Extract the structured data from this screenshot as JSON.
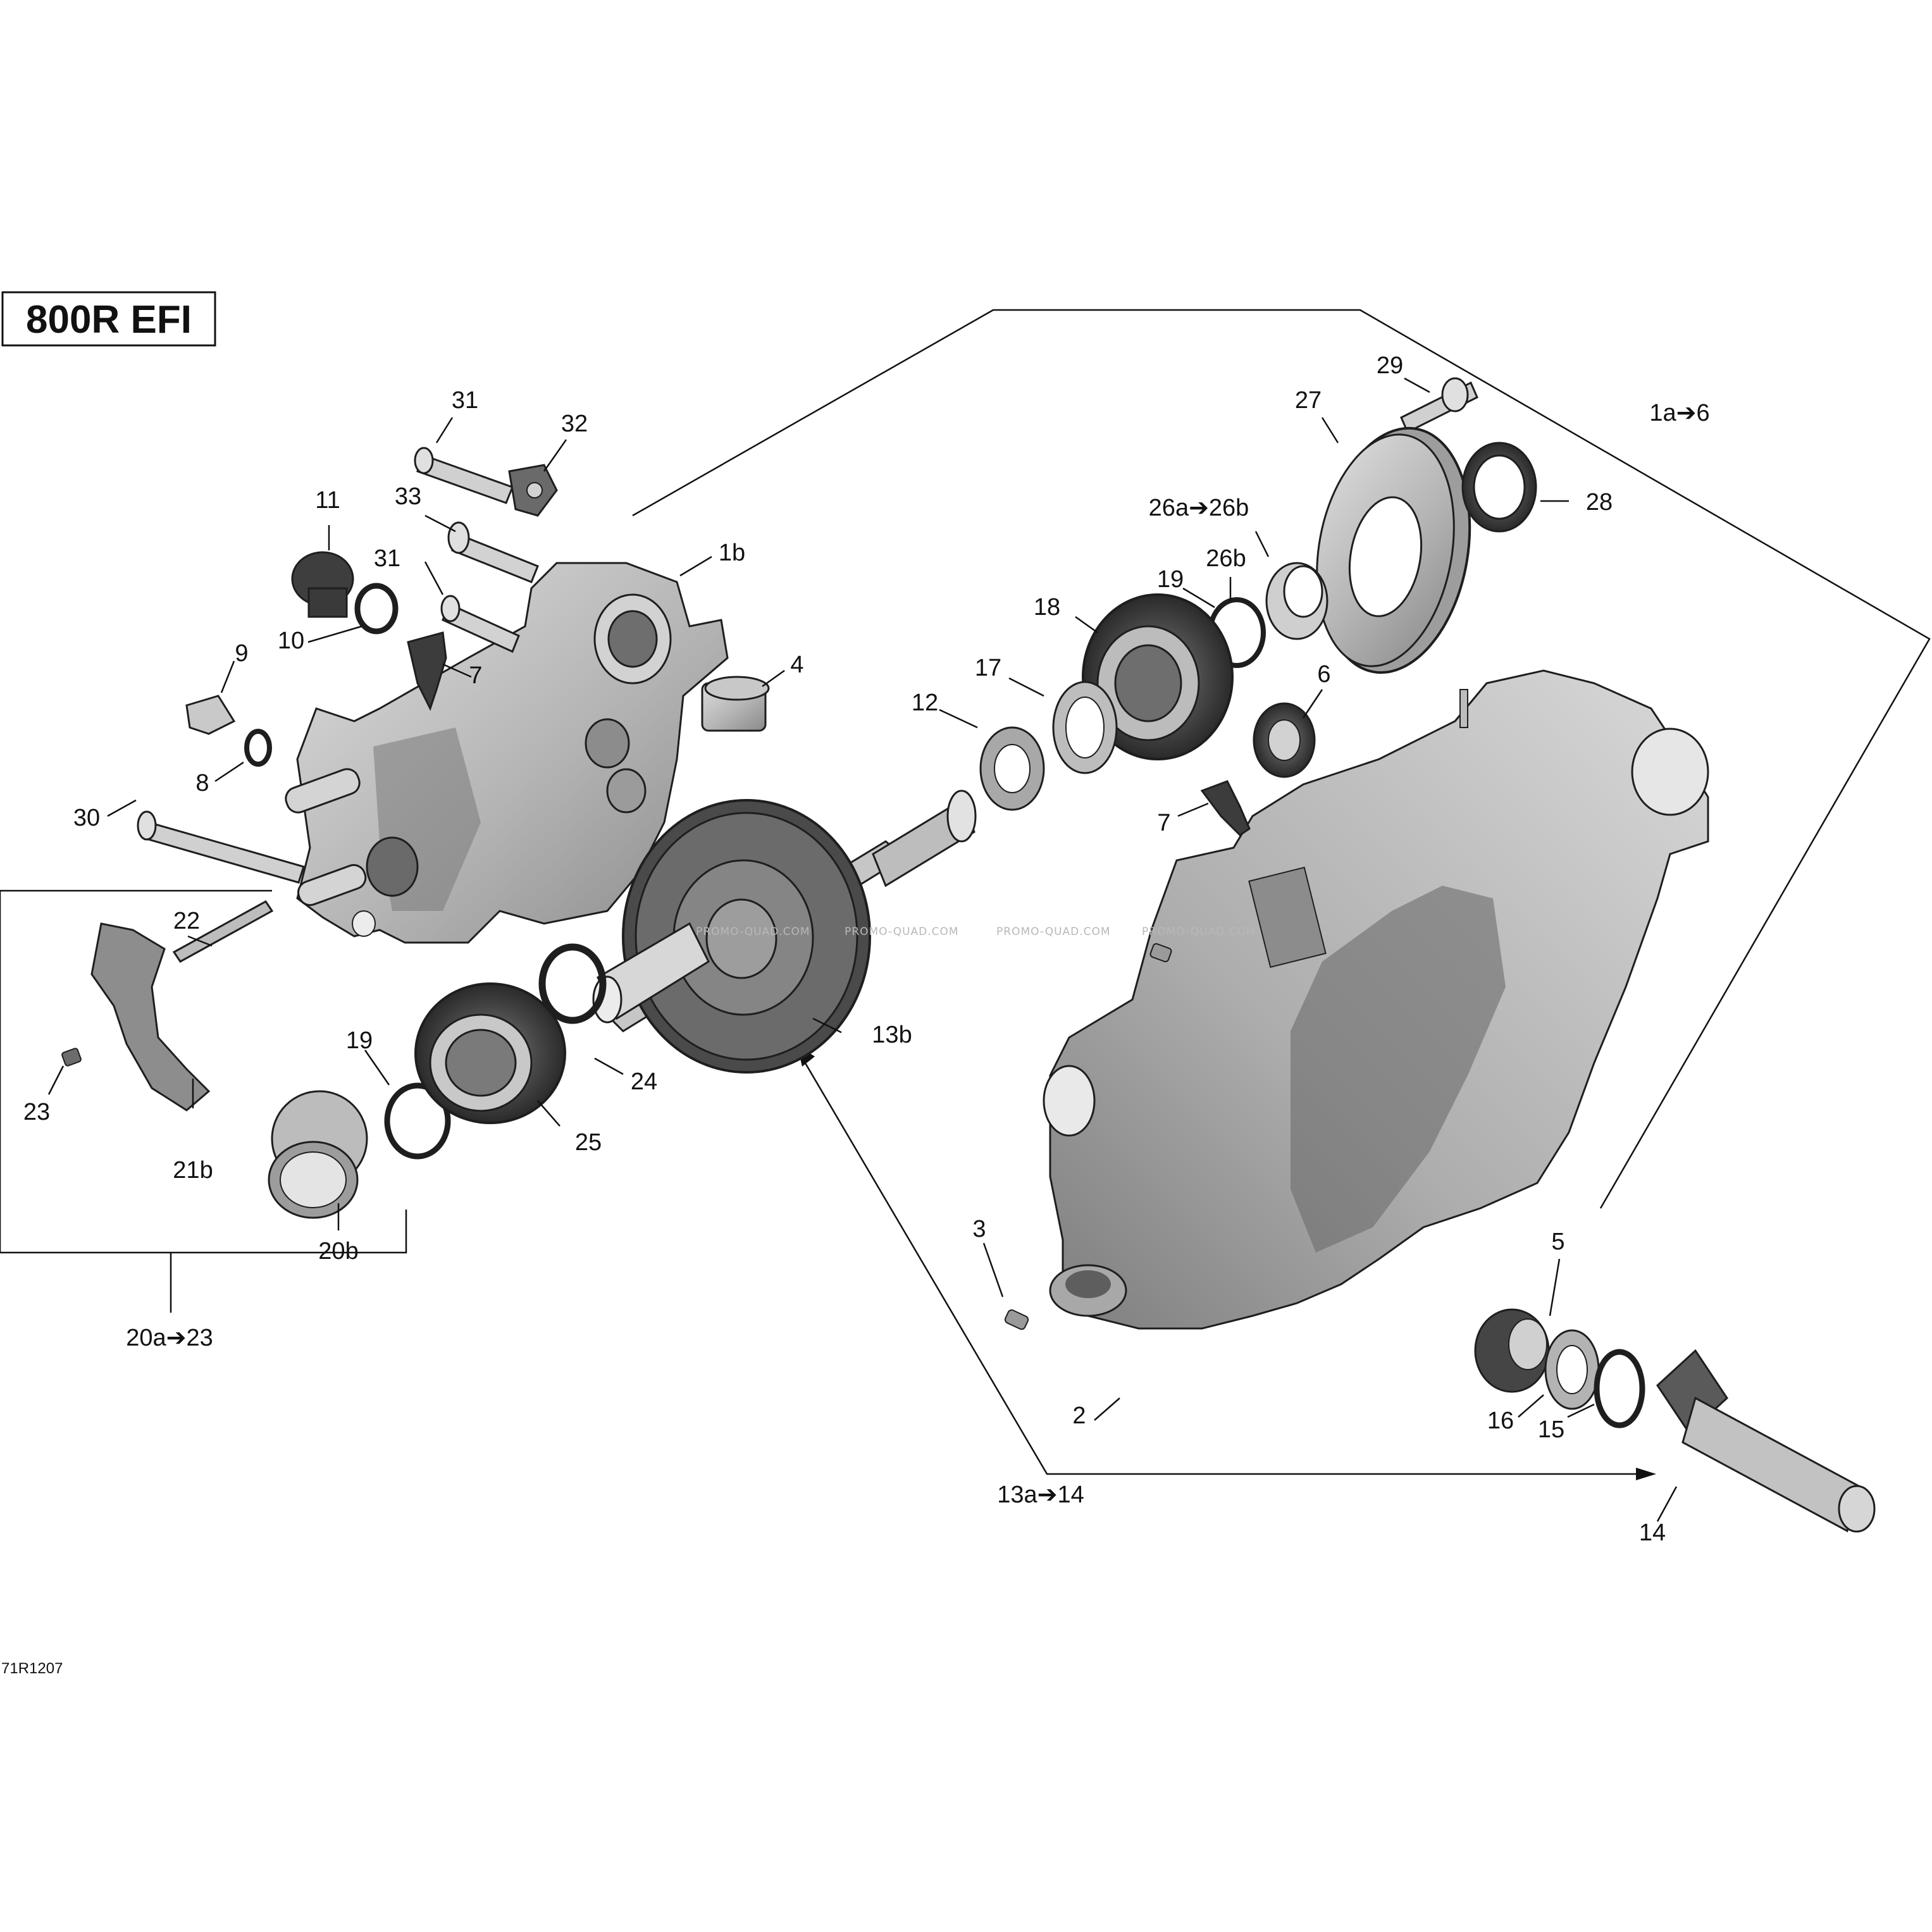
{
  "model_badge": "800R EFI",
  "drawing_ref": "71R1207",
  "watermark": "PROMO-QUAD.COM",
  "colors": {
    "line": "#111111",
    "part_light": "#c9c9c9",
    "part_mid": "#9a9a9a",
    "part_dark": "#3c3c3c"
  },
  "callouts": {
    "c31a": "31",
    "c32": "32",
    "c33": "33",
    "c11": "11",
    "c31b": "31",
    "c1b": "1b",
    "c10": "10",
    "c7a": "7",
    "c9": "9",
    "c4": "4",
    "c8": "8",
    "c30": "30",
    "c22": "22",
    "c23": "23",
    "c21b": "21b",
    "c19a": "19",
    "c20b": "20b",
    "c24": "24",
    "c25": "25",
    "c13b": "13b",
    "c20a23": "20a➔23",
    "c29": "29",
    "c27": "27",
    "c1a6": "1a➔6",
    "c26a26b": "26a➔26b",
    "c28": "28",
    "c26b": "26b",
    "c19b": "19",
    "c18": "18",
    "c17": "17",
    "c6": "6",
    "c12": "12",
    "c7b": "7",
    "c3": "3",
    "c5": "5",
    "c2": "2",
    "c16": "16",
    "c15": "15",
    "c13a14": "13a➔14",
    "c14": "14"
  }
}
